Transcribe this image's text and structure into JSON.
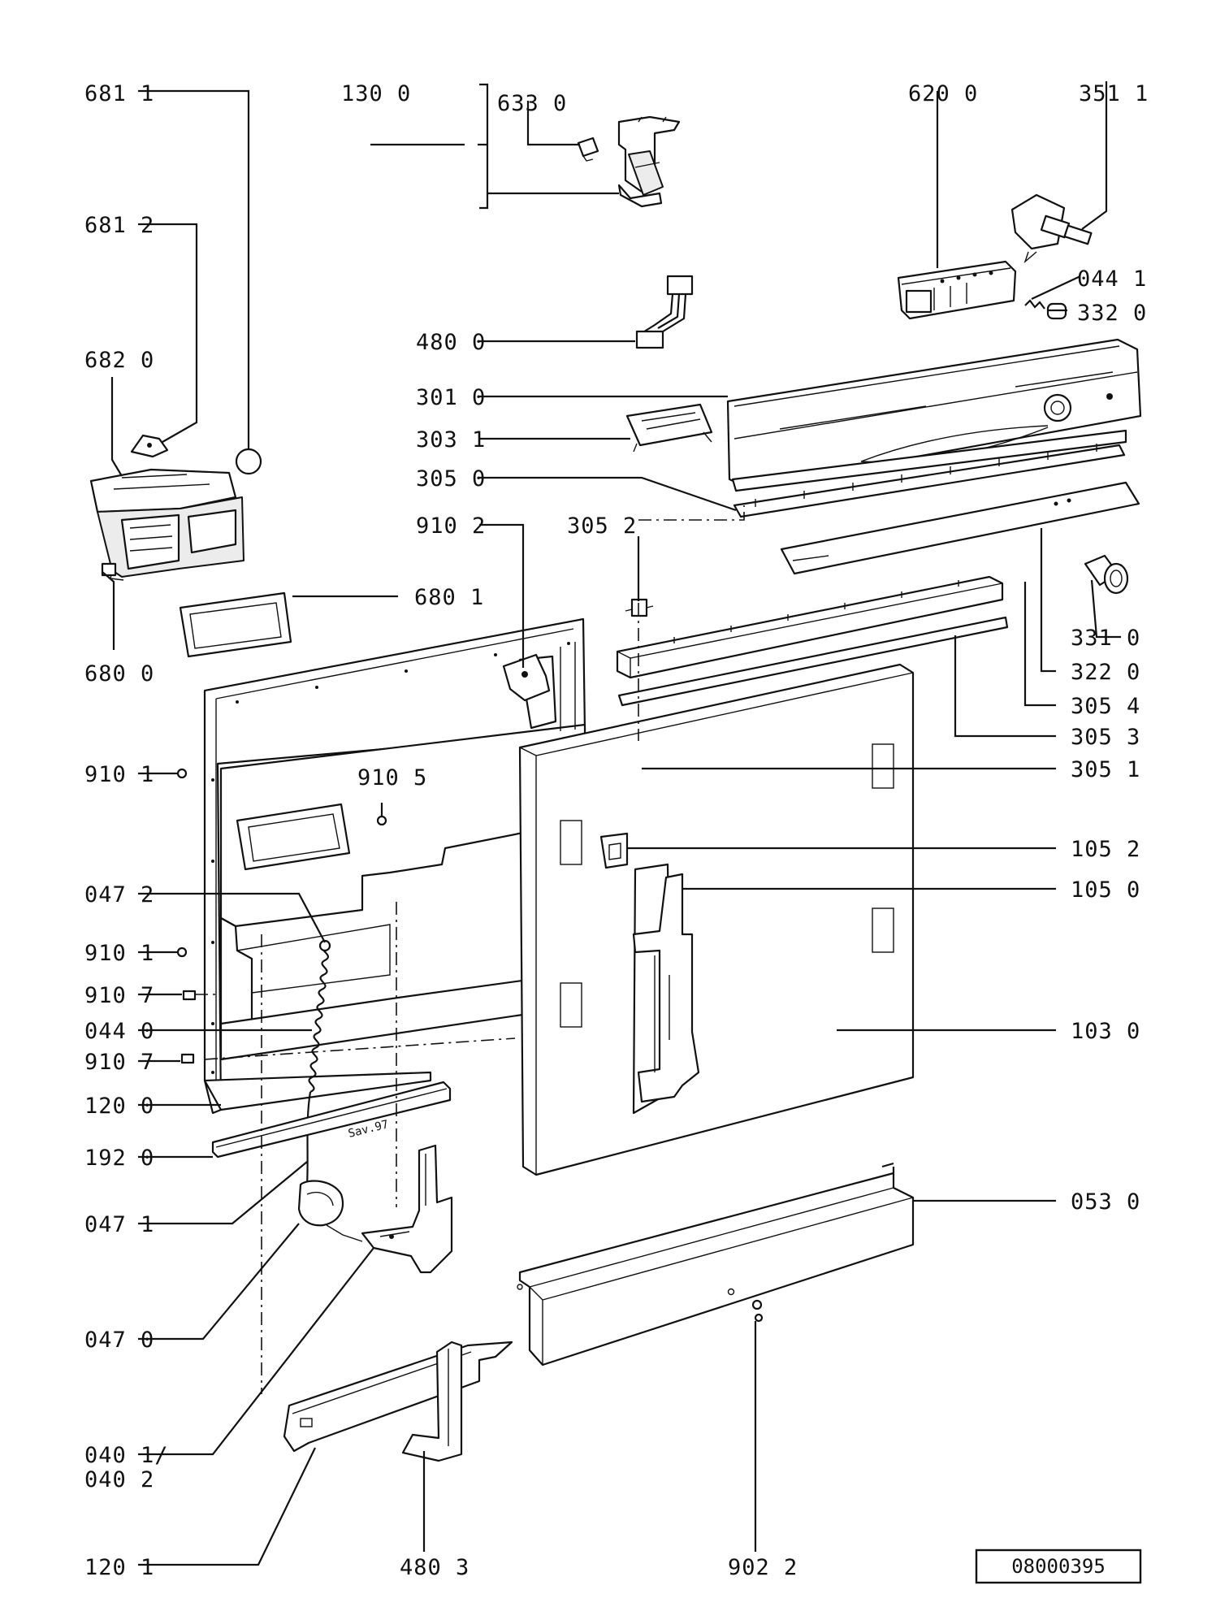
{
  "parts": [
    {
      "id": "p681_1",
      "label": "681 1"
    },
    {
      "id": "p681_2",
      "label": "681 2"
    },
    {
      "id": "p682_0",
      "label": "682 0"
    },
    {
      "id": "p680_0",
      "label": "680 0"
    },
    {
      "id": "p680_1",
      "label": "680 1"
    },
    {
      "id": "p130_0",
      "label": "130 0"
    },
    {
      "id": "p633_0",
      "label": "633 0"
    },
    {
      "id": "p620_0",
      "label": "620 0"
    },
    {
      "id": "p351_1",
      "label": "351 1"
    },
    {
      "id": "p044_1",
      "label": "044 1"
    },
    {
      "id": "p332_0",
      "label": "332 0"
    },
    {
      "id": "p480_0",
      "label": "480 0"
    },
    {
      "id": "p301_0",
      "label": "301 0"
    },
    {
      "id": "p303_1",
      "label": "303 1"
    },
    {
      "id": "p305_0",
      "label": "305 0"
    },
    {
      "id": "p910_2",
      "label": "910 2"
    },
    {
      "id": "p305_2",
      "label": "305 2"
    },
    {
      "id": "p331_0",
      "label": "331 0"
    },
    {
      "id": "p322_0",
      "label": "322 0"
    },
    {
      "id": "p305_4",
      "label": "305 4"
    },
    {
      "id": "p305_3",
      "label": "305 3"
    },
    {
      "id": "p305_1",
      "label": "305 1"
    },
    {
      "id": "p910_1a",
      "label": "910 1"
    },
    {
      "id": "p910_5",
      "label": "910 5"
    },
    {
      "id": "p105_2",
      "label": "105 2"
    },
    {
      "id": "p105_0",
      "label": "105 0"
    },
    {
      "id": "p047_2",
      "label": "047 2"
    },
    {
      "id": "p910_1b",
      "label": "910 1"
    },
    {
      "id": "p910_7a",
      "label": "910 7"
    },
    {
      "id": "p044_0",
      "label": "044 0"
    },
    {
      "id": "p910_7b",
      "label": "910 7"
    },
    {
      "id": "p103_0",
      "label": "103 0"
    },
    {
      "id": "p120_0",
      "label": "120 0"
    },
    {
      "id": "p192_0",
      "label": "192 0"
    },
    {
      "id": "p047_1",
      "label": "047 1"
    },
    {
      "id": "p053_0",
      "label": "053 0"
    },
    {
      "id": "p047_0",
      "label": "047 0"
    },
    {
      "id": "p040_1",
      "label": "040 1/"
    },
    {
      "id": "p040_2",
      "label": "040 2"
    },
    {
      "id": "p120_1",
      "label": "120 1"
    },
    {
      "id": "p480_3",
      "label": "480 3"
    },
    {
      "id": "p902_2",
      "label": "902 2"
    }
  ],
  "reference_number": "08000395",
  "stamp_text": "Sav.97"
}
